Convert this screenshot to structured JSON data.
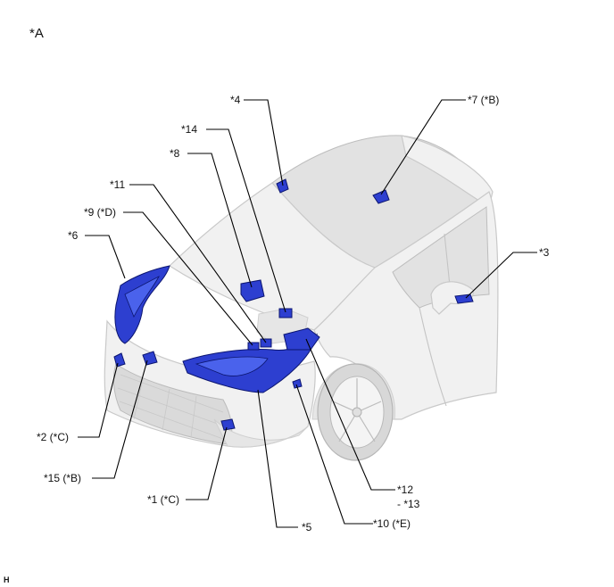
{
  "view_label": "*A",
  "footer_code": "H",
  "callouts": {
    "c1": "*1 (*C)",
    "c2": "*2 (*C)",
    "c3": "*3",
    "c4": "*4",
    "c5": "*5",
    "c6": "*6",
    "c7": "*7 (*B)",
    "c8": "*8",
    "c9": "*9 (*D)",
    "c10": "*10 (*E)",
    "c11": "*11",
    "c12": "*12",
    "c13": "- *13",
    "c14": "*14",
    "c15": "*15 (*B)"
  },
  "colors": {
    "highlight": "#2d3fd0",
    "highlight_dark": "#0c1670",
    "body": "#f1f1f1",
    "outline": "#c9c9c9"
  }
}
